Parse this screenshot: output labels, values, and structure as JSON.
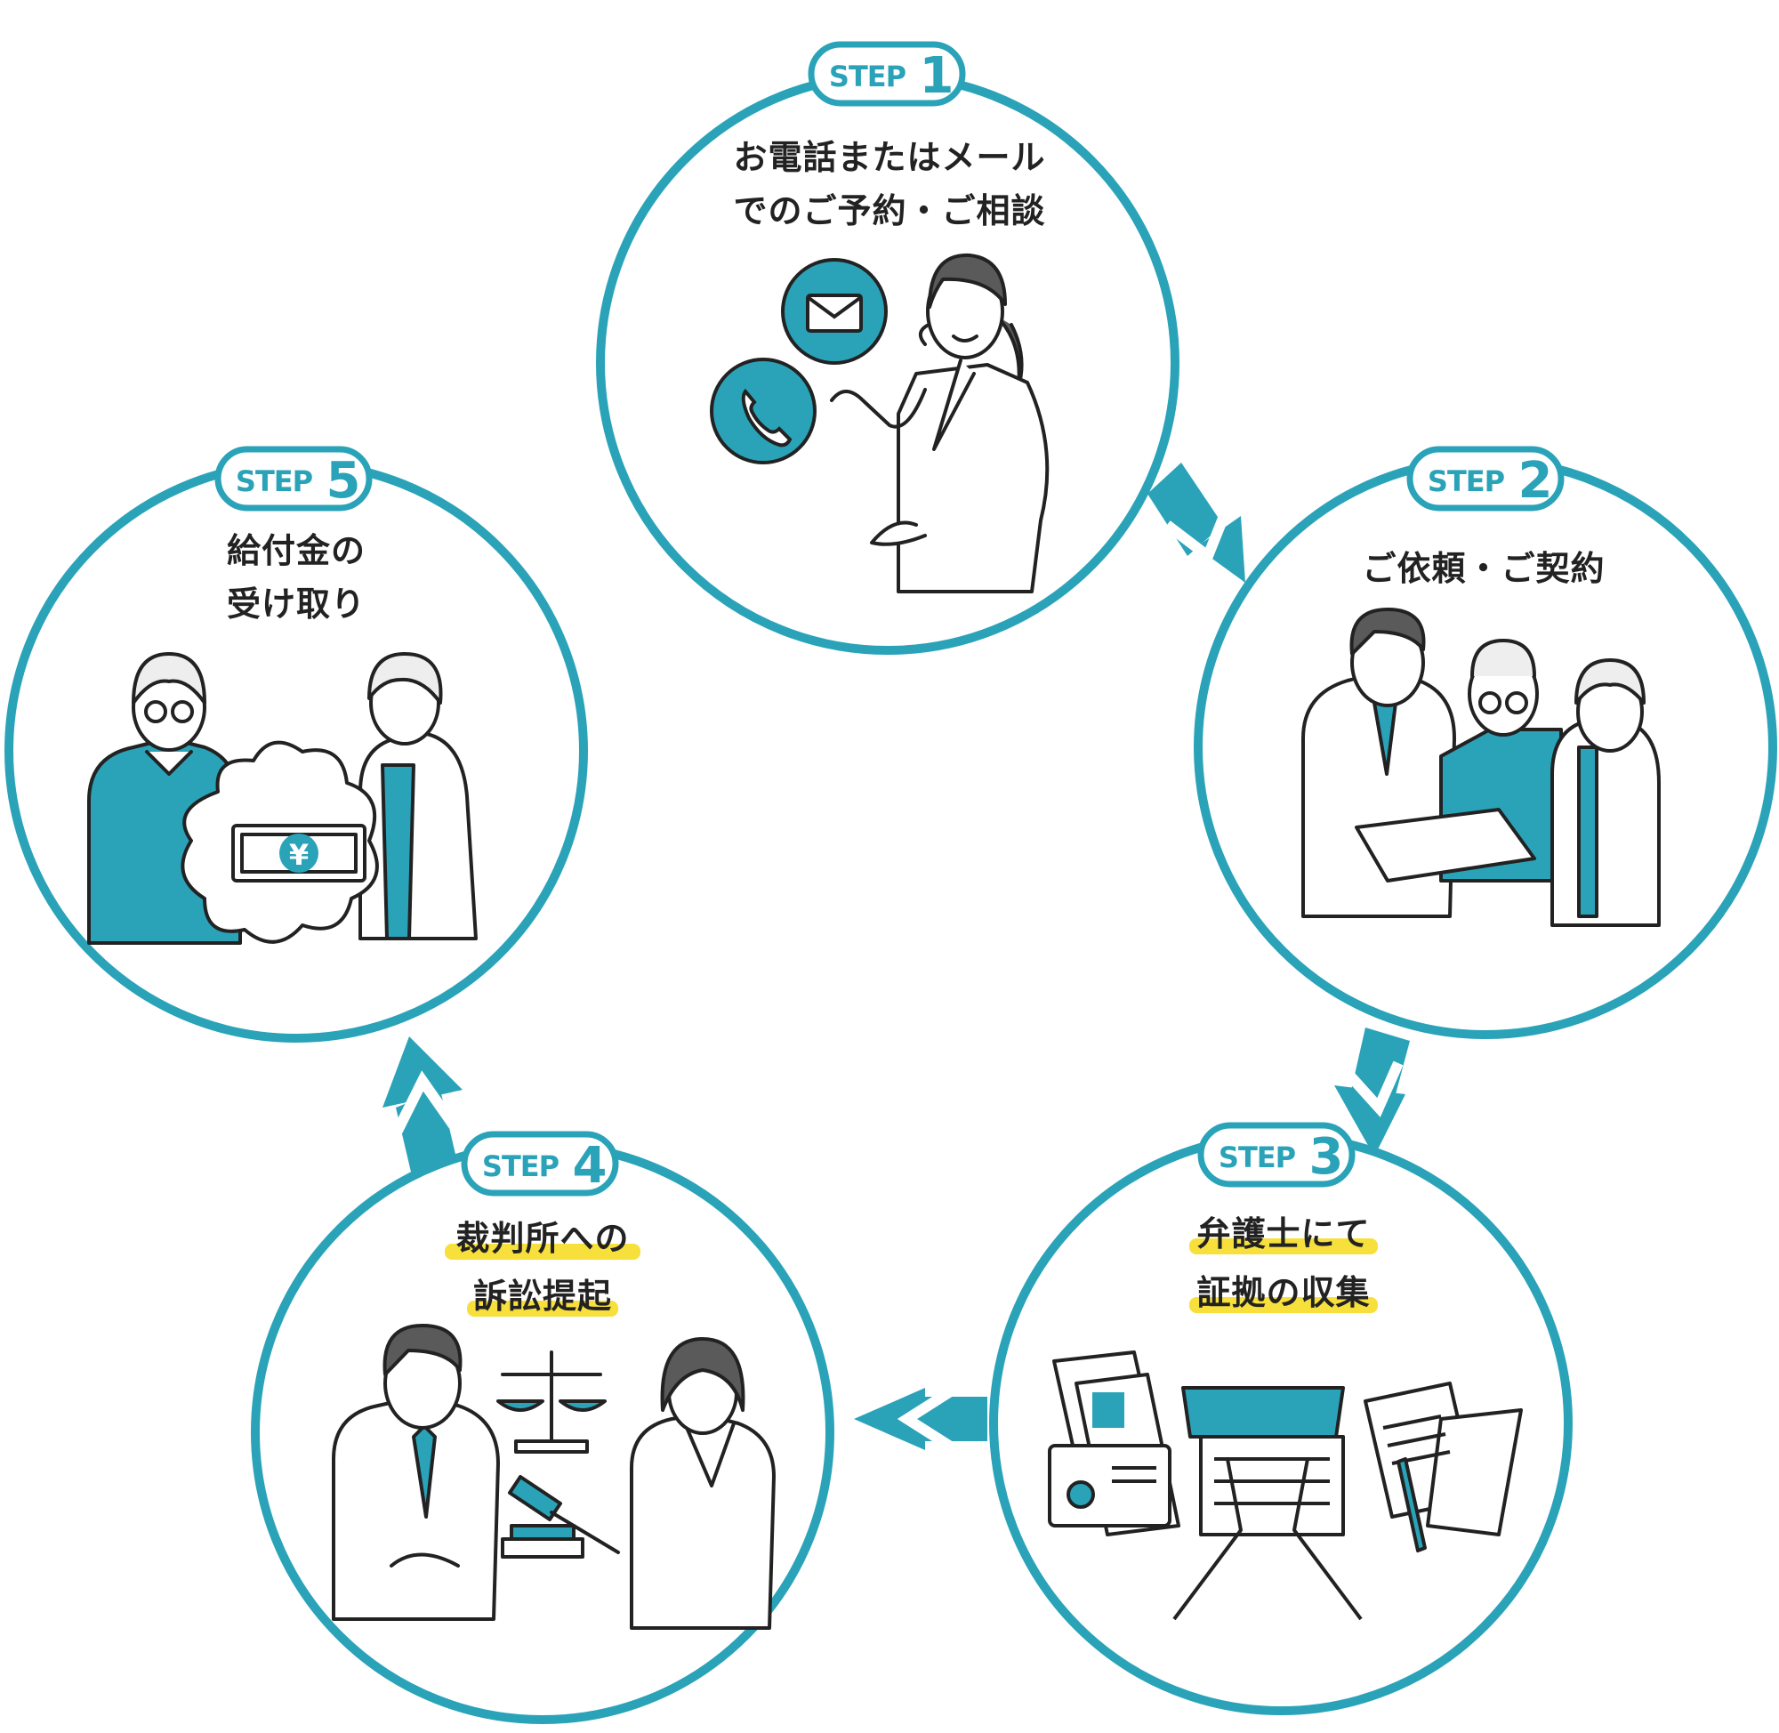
{
  "colors": {
    "teal": "#2aa3b9",
    "ink": "#222222",
    "highlight": "#f7e03c"
  },
  "steps": [
    {
      "badge": "STEP",
      "number": "1",
      "title_line1": "お電話またはメール",
      "title_line2": "でのご予約・ご相談",
      "illustration": "operator-with-phone-and-mail-icons"
    },
    {
      "badge": "STEP",
      "number": "2",
      "title_line1": "ご依頼・ご契約",
      "title_line2": "",
      "illustration": "lawyer-explaining-contract-to-couple"
    },
    {
      "badge": "STEP",
      "number": "3",
      "title_line1": "弁護士にて",
      "title_line2": "証拠の収集",
      "illustration": "documents-and-laptop-typing"
    },
    {
      "badge": "STEP",
      "number": "4",
      "title_line1": "裁判所への",
      "title_line2": "訴訟提起",
      "illustration": "lawyers-with-scales-and-gavel"
    },
    {
      "badge": "STEP",
      "number": "5",
      "title_line1": "給付金の",
      "title_line2": "受け取り",
      "illustration": "couple-with-yen-banknote"
    }
  ]
}
